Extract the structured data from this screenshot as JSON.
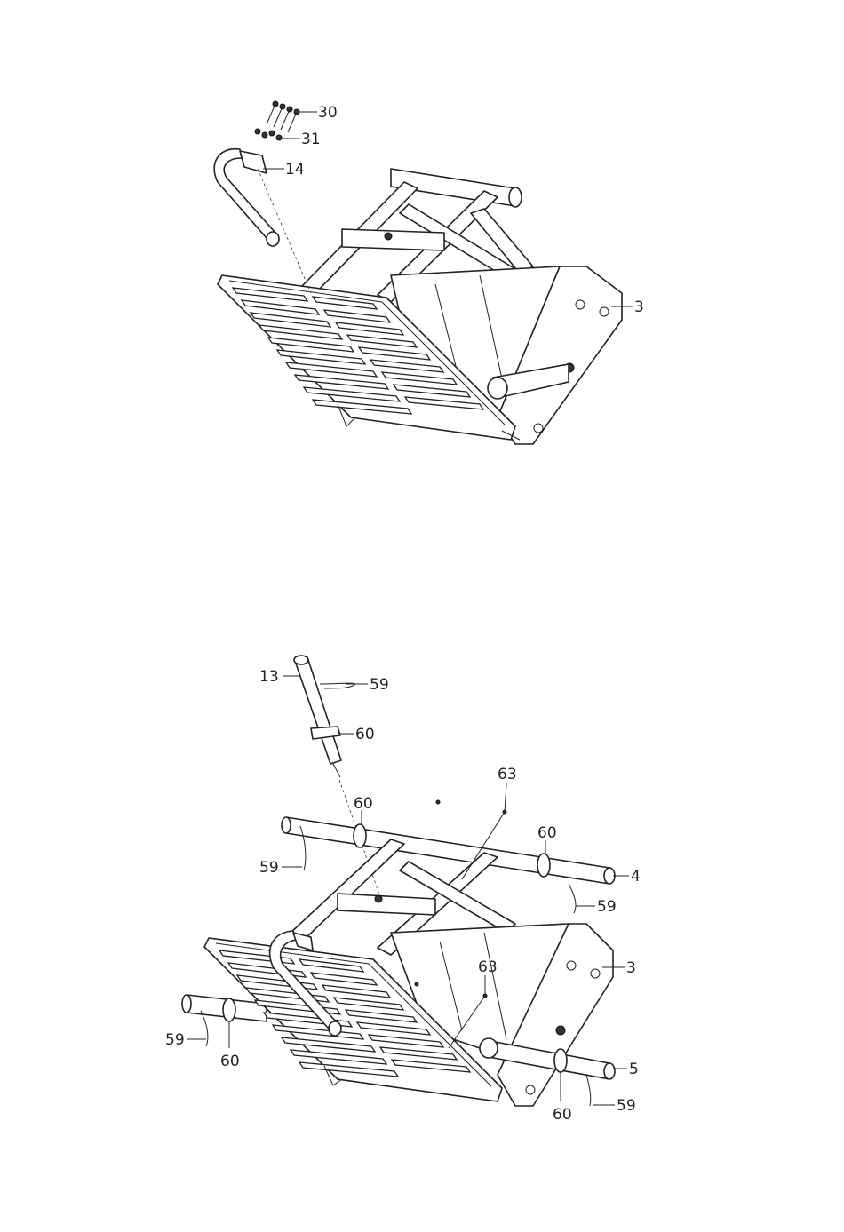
{
  "diagram_top": {
    "callouts": [
      "30",
      "31",
      "14",
      "3"
    ]
  },
  "diagram_bottom": {
    "callouts": [
      "13",
      "59",
      "60",
      "63",
      "60",
      "60",
      "59",
      "4",
      "59",
      "3",
      "63",
      "59",
      "60",
      "5",
      "60",
      "59"
    ]
  }
}
